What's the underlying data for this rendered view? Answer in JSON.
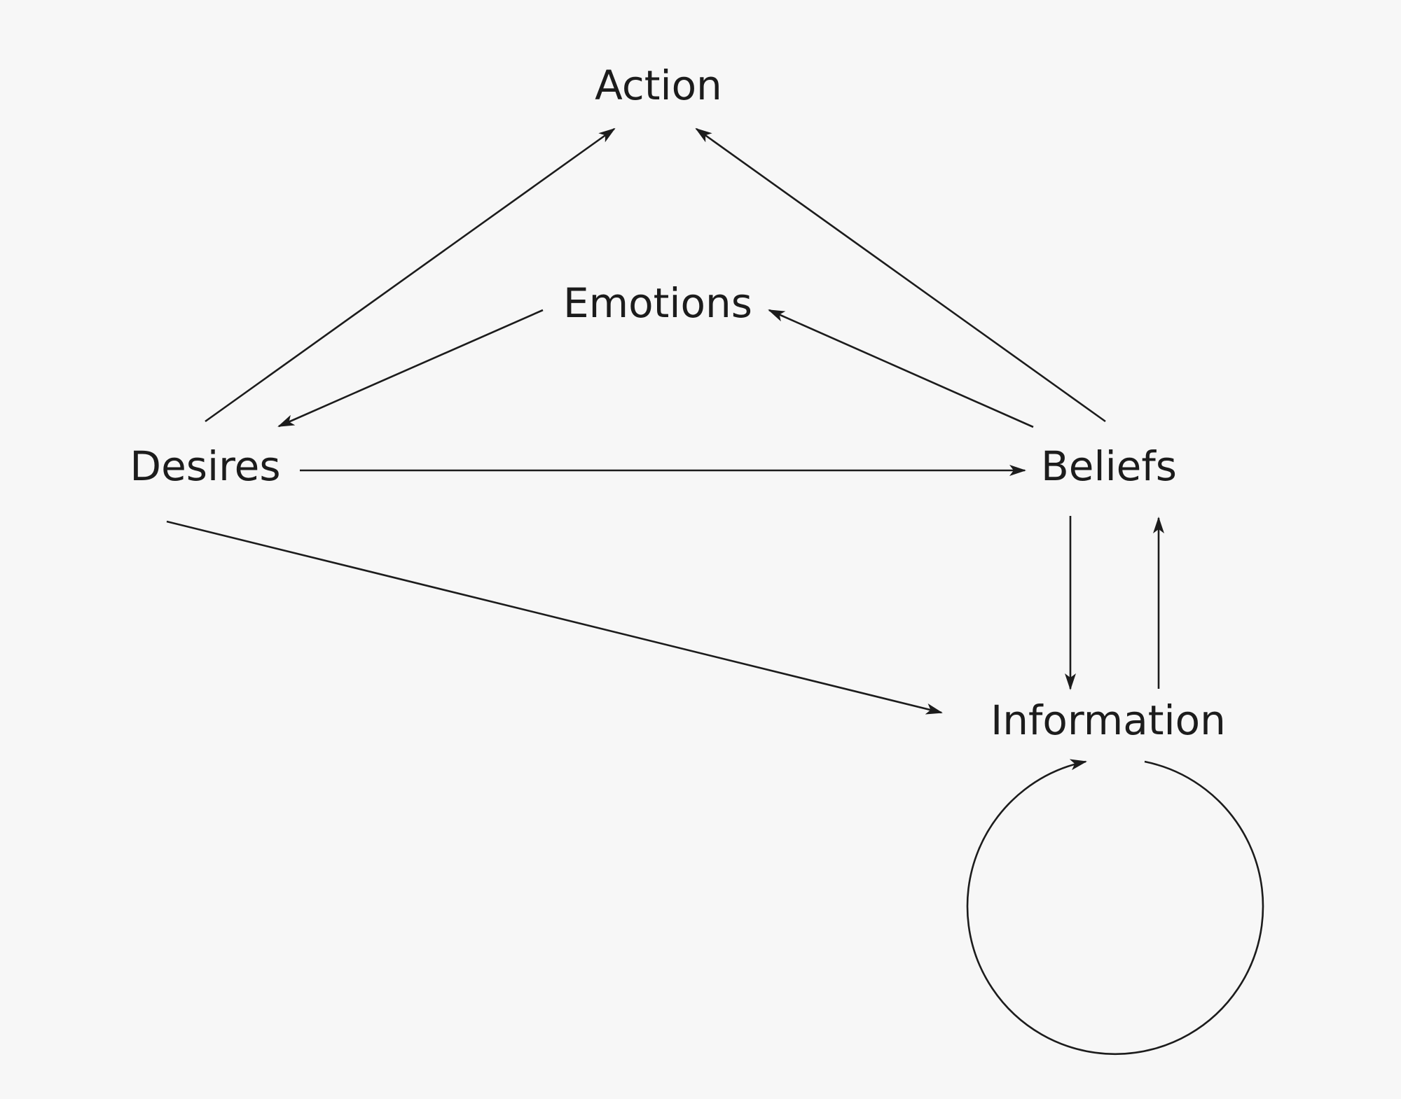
{
  "nodes": {
    "action": "Action",
    "emotions": "Emotions",
    "desires": "Desires",
    "beliefs": "Beliefs",
    "information": "Information"
  },
  "edges": [
    {
      "from": "desires",
      "to": "action"
    },
    {
      "from": "beliefs",
      "to": "action"
    },
    {
      "from": "emotions",
      "to": "desires"
    },
    {
      "from": "beliefs",
      "to": "emotions"
    },
    {
      "from": "desires",
      "to": "beliefs"
    },
    {
      "from": "beliefs",
      "to": "information"
    },
    {
      "from": "information",
      "to": "beliefs"
    },
    {
      "from": "desires",
      "to": "information"
    },
    {
      "from": "information",
      "to": "information"
    }
  ]
}
